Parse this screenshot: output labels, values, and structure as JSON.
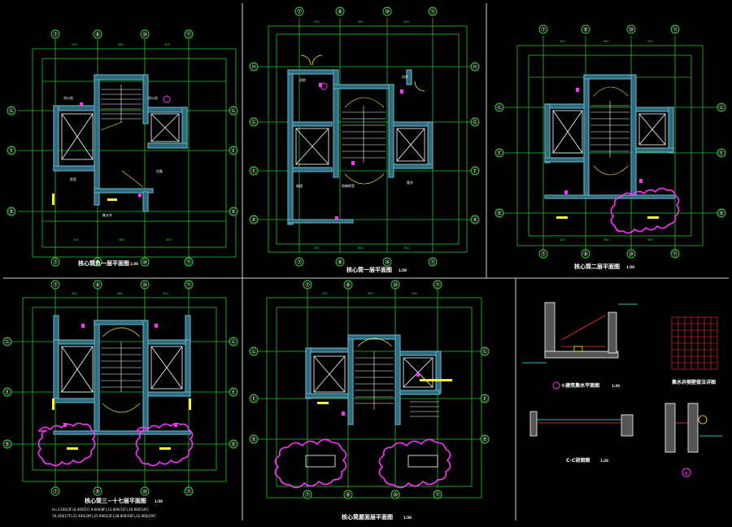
{
  "colors": {
    "background": "#000000",
    "wall": "#4a8fa3",
    "wall_fill": "#2f6a7d",
    "grid_line": "#2fd52f",
    "dim_line": "#33e833",
    "axis_bubble": "#33e833",
    "text_white": "#ffffff",
    "yellow": "#ffee33",
    "magenta": "#ff33ff",
    "panel_divider": "#d8d8d8",
    "red": "#ff3333",
    "cyan": "#33ffff"
  },
  "axis_labels": {
    "cols_small": [
      "⑦",
      "⑧",
      "⑩",
      "⑪"
    ],
    "rows": [
      "Ⓖ",
      "Ⓔ",
      "Ⓑ"
    ],
    "rows_first_floor": [
      "Ⓗ",
      "Ⓖ",
      "Ⓔ",
      "Ⓑ"
    ]
  },
  "panels": [
    {
      "id": "basement",
      "title": "核心筒负一层平面图",
      "scale": "1:50"
    },
    {
      "id": "floor1",
      "title": "核心筒一层平面图",
      "scale": "1:50"
    },
    {
      "id": "floor2",
      "title": "核心筒二层平面图",
      "scale": "1:50"
    },
    {
      "id": "floor3_17",
      "title": "核心筒三~十七层平面图",
      "scale": "1:50"
    },
    {
      "id": "roof",
      "title": "核心筒屋面层平面图",
      "scale": "1:50"
    }
  ],
  "details": {
    "detail1_title": "①建筑集水平面图",
    "detail1_scale": "1:20",
    "grid_title": "集水井侧壁做法详图",
    "section_title": "C-C剖面图",
    "section_scale": "1:20",
    "detail2_number": "②"
  },
  "notes_floor3": [
    "H=3.200(3F),6.400(5F),9.600(8F),12.800(11F),16.000(14F)",
    "19.200(17F),22.400(20F),25.600(23F),28.800(26F),32.000(29F)"
  ]
}
